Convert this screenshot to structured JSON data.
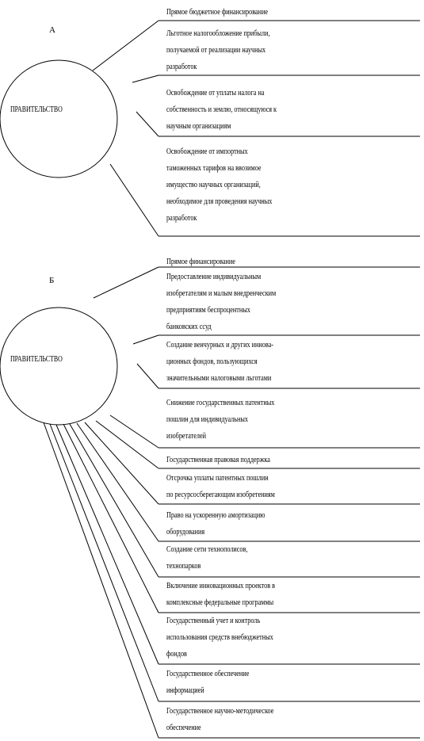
{
  "diagram": {
    "sections": [
      {
        "label": "А",
        "center": "ПРАВИТЕЛЬСТВО",
        "items": [
          [
            "Прямое бюджетное финансирование"
          ],
          [
            "Льготное налогообложение прибыли,",
            "получаемой от реализации научных",
            "разработок"
          ],
          [
            "Освобождение от уплаты налога на",
            "собственность и землю, относящуюся к",
            "научным организациям"
          ],
          [
            "Освобождение от импортных",
            "таможенных тарифов на ввозимое",
            "имущество научных организаций,",
            "необходимое для проведения научных",
            "разработок"
          ]
        ]
      },
      {
        "label": "Б",
        "center": "ПРАВИТЕЛЬСТВО",
        "items": [
          [
            "Прямое  финансирование"
          ],
          [
            "Предоставление индивидуальным",
            "изобретателям и малым внедренческим",
            "предприятиям беспроцентных",
            "банковских  ссуд"
          ],
          [
            "Создание венчурных и других иннова-",
            "ционных фондов, пользующихся",
            "значительными налоговыми льготами"
          ],
          [
            "Снижение государственных  патентных",
            "пошлин для индивидуальных",
            "изобретателей"
          ],
          [
            "Государственная правовая поддержка"
          ],
          [
            "Отсрочка уплаты патентных пошлин",
            "по ресурсосберегающим изобретениям"
          ],
          [
            "Право на ускоренную амортизацию",
            "оборудования"
          ],
          [
            "Создание сети технополисов,",
            "технопарков"
          ],
          [
            "Включение инновационных  проектов в",
            "комплексные федеральные программы"
          ],
          [
            "Государственный учет и контроль",
            "использования средств внебюджетных",
            "фондов"
          ],
          [
            "Государственное обеспечение",
            "информацией"
          ],
          [
            "Государственное научно-методическое",
            "обеспечение"
          ]
        ]
      }
    ]
  }
}
